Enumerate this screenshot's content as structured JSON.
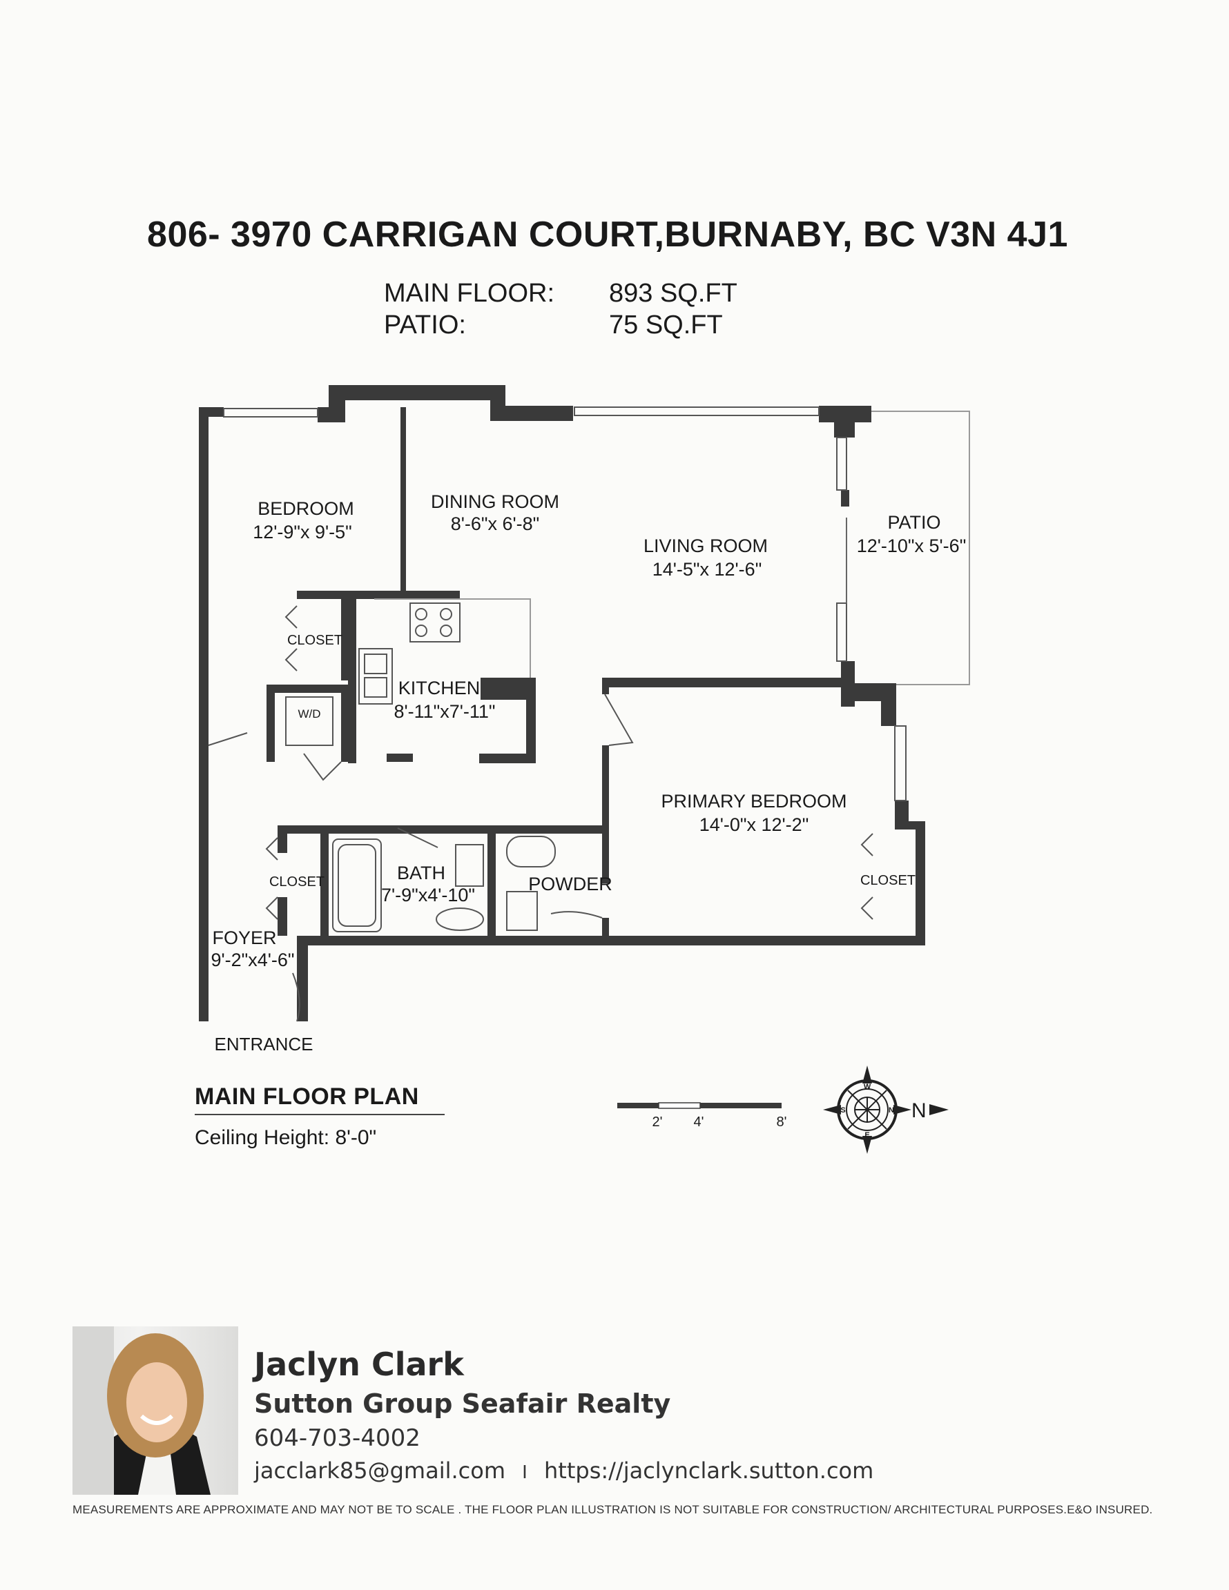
{
  "header": {
    "address": "806- 3970 CARRIGAN COURT,BURNABY, BC V3N 4J1",
    "areas": [
      {
        "label": "MAIN FLOOR:",
        "value": "893 SQ.FT"
      },
      {
        "label": "PATIO:",
        "value": "75 SQ.FT"
      }
    ]
  },
  "rooms": {
    "bedroom": {
      "name": "BEDROOM",
      "dims": "12'-9\"x 9'-5\""
    },
    "dining": {
      "name": "DINING ROOM",
      "dims": "8'-6\"x 6'-8\""
    },
    "living": {
      "name": "LIVING ROOM",
      "dims": "14'-5\"x 12'-6\""
    },
    "patio": {
      "name": "PATIO",
      "dims": "12'-10\"x 5'-6\""
    },
    "closet_bedroom": {
      "name": "CLOSET"
    },
    "wd": {
      "name": "W/D"
    },
    "kitchen": {
      "name": "KITCHEN",
      "dims": "8'-11\"x7'-11\""
    },
    "primary": {
      "name": "PRIMARY BEDROOM",
      "dims": "14'-0\"x 12'-2\""
    },
    "closet_foyer": {
      "name": "CLOSET"
    },
    "bath": {
      "name": "BATH",
      "dims": "7'-9\"x4'-10\""
    },
    "powder": {
      "name": "POWDER"
    },
    "closet_primary": {
      "name": "CLOSET"
    },
    "foyer": {
      "name": "FOYER",
      "dims": "9'-2\"x4'-6\""
    },
    "entrance": {
      "name": "ENTRANCE"
    }
  },
  "plan": {
    "title": "MAIN FLOOR PLAN",
    "ceiling": "Ceiling Height: 8'-0\""
  },
  "scale_bar": {
    "labels": [
      "2'",
      "4'",
      "8'"
    ]
  },
  "compass": {
    "north_label": "N",
    "letters": [
      "W",
      "E",
      "S",
      "N"
    ]
  },
  "agent": {
    "name": "Jaclyn Clark",
    "company": "Sutton Group Seafair Realty",
    "phone": "604-703-4002",
    "email": "jacclark85@gmail.com",
    "separator": "I",
    "website": "https://jaclynclark.sutton.com"
  },
  "footer": {
    "disclaimer": "MEASUREMENTS  ARE APPROXIMATE AND MAY NOT BE TO SCALE . THE FLOOR PLAN ILLUSTRATION IS NOT SUITABLE FOR CONSTRUCTION/ ARCHITECTURAL PURPOSES.E&O INSURED."
  },
  "colors": {
    "wall": "#3a3a3a",
    "background": "#fbfbf9"
  }
}
